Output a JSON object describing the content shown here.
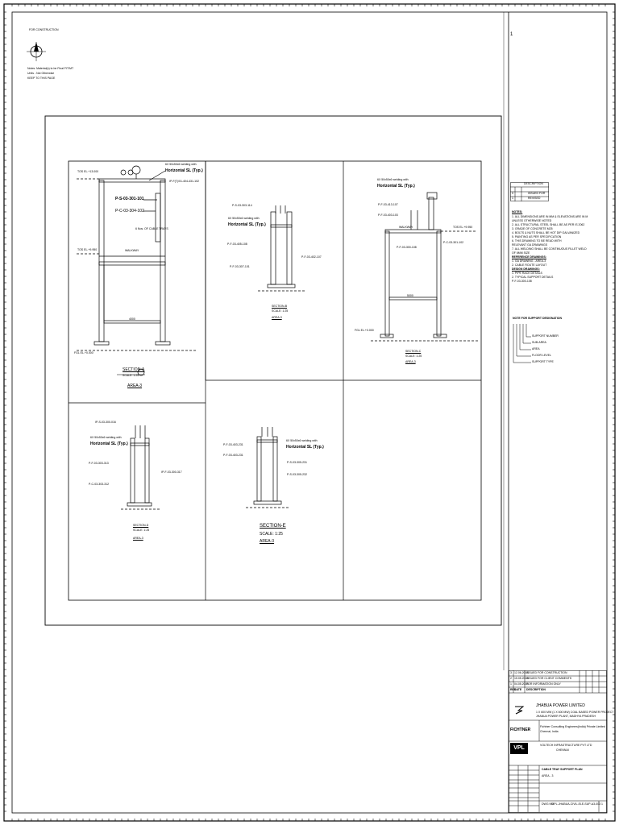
{
  "sheet": {
    "page_number": "1",
    "top_left_notes": [
      "FOR CONSTRUCTION",
      "Notes: Material(s) to be Final FIT/MT",
      "Units - Not Otherwise",
      "KEEP TO THIS PAGE"
    ]
  },
  "views": [
    {
      "id": "view1",
      "tags": [
        "P-S-03-301-101",
        "P-C-03-304-102",
        "IP-F(T)/01-404-431-102"
      ],
      "weld_note": "6X 50x50x6 welding with",
      "horizontal_note": "Horizontal SL (Typ.)",
      "elev_top": "TOS EL.+13.000",
      "elev_mid": "TOS EL.+9.950",
      "elev_bottom": "FGL EL.+0.000",
      "walkway": "WALKWAY",
      "small_note": "6 Nos. OF CABLE TRAYS",
      "beam_label": "4000",
      "section_label": "SECTION-A",
      "scale": "SCALE: 1:25",
      "area": "AREA-3"
    },
    {
      "id": "view2",
      "tags": [
        "P-S-03-303-114",
        "P-F-03-405-108",
        "P-F-03-307-101",
        "P-F-03-402-107"
      ],
      "weld_note": "6X 50x50x6 welding with",
      "horizontal_note": "Horizontal SL (Typ.)",
      "section_label": "SECTION-B",
      "scale": "SCALE: 1:25",
      "area": "AREA-3"
    },
    {
      "id": "view3",
      "tags": [
        "P-F-03-413-107",
        "P-F-03-403-103",
        "P-F-03-300-108",
        "P-C-03-301-102"
      ],
      "weld_note": "6X 50x50x6 welding with",
      "horizontal_note": "Horizontal SL (Typ.)",
      "walkway": "WALKWAY",
      "elev_top": "TOS EL.+9.950",
      "elev_bottom": "FGL EL.+0.000",
      "beam_label": "5000",
      "section_label": "SECTION-C",
      "scale": "SCALE: 1:25",
      "area": "AREA-3"
    },
    {
      "id": "view4",
      "tags": [
        "IP-S-03-300-016",
        "P-F-03-303-313",
        "P-C-03-303-312",
        "IP-F-03-300-317"
      ],
      "weld_note": "6X 50x50x6 welding with",
      "horizontal_note": "Horizontal SL (Typ.)",
      "section_label": "SECTION-D",
      "scale": "SCALE: 1:25",
      "area": "AREA-3"
    },
    {
      "id": "view5",
      "tags": [
        "P-F-03-403-231",
        "P-F-03-403-231",
        "P-S-03-305-231",
        "P-S-03-305-232"
      ],
      "weld_note": "6X 50x50x6 welding with",
      "horizontal_note": "Horizontal SL (Typ.)",
      "section_label": "SECTION-E",
      "scale": "SCALE: 1:25",
      "area": "AREA-3"
    }
  ],
  "revisions_header": [
    "REV",
    "DATE",
    "DESCRIPTION"
  ],
  "revisions_top": [
    {
      "rev": "0",
      "desc": "ISSUED FOR"
    },
    {
      "rev": "1",
      "desc": "REVISED"
    }
  ],
  "notes": {
    "heading": "NOTES:",
    "items": [
      "1. ALL DIMENSIONS ARE IN MM & ELEVATIONS ARE IN M",
      "   UNLESS OTHERWISE NOTED",
      "2. ALL STRUCTURAL STEEL SHALL BE AS PER IS 2062",
      "3. GRADE OF CONCRETE M25",
      "4. BOLTS & NUTS SHALL BE HOT DIP GALVANIZED",
      "5. PAINTING AS PER SPECIFICATION",
      "6. THIS DRAWING TO BE READ WITH",
      "   RELEVANT GA DRAWINGS",
      "7. ALL WELDING SHALL BE CONTINUOUS FILLET WELD",
      "   OF 6MM SIZE"
    ],
    "ref_heading": "REFERENCE DRAWINGS:",
    "refs": [
      "1. GA DRAWING - AREA-3",
      "2. CABLE ROUTE LAYOUT"
    ],
    "design_heading": "DESIGN DRAWINGS:",
    "designs": [
      "1. PIPE RACK DETAILS",
      "2. TYPICAL SUPPORT DETAILS"
    ],
    "legend_heading": "NOTE FOR SUPPORT DESIGNATION",
    "legend_example": "P-F-03-300-108",
    "legend_items": [
      "SUPPORT NUMBER",
      "SUB-AREA",
      "AREA",
      "FLOOR LEVEL",
      "SUPPORT TYPE"
    ]
  },
  "revisions_bottom": [
    {
      "rev": "3",
      "date": "12.06.2015",
      "desc": "ISSUED FOR CONSTRUCTION"
    },
    {
      "rev": "2",
      "date": "15.05.2015",
      "desc": "ISSUED FOR CLIENT COMMENTS"
    },
    {
      "rev": "1",
      "date": "04.05.2015",
      "desc": "FOR INFORMATION ONLY"
    },
    {
      "rev": "REV",
      "date": "DATE",
      "desc": "DESCRIPTION"
    }
  ],
  "client": {
    "name": "JHABUA POWER LIMITED",
    "project": "1 X 600 MW (1 X 600 MW) COAL BASED POWER PROJECT",
    "location": "JHABUA POWER PLANT, MADHYA PRADESH"
  },
  "consultant": {
    "logo": "FICHTNER",
    "text1": "Fichtner Consulting Engineers(India) Private Limited",
    "text2": "Chennai, India"
  },
  "contractor": {
    "logo": "VPL",
    "name": "VOLTECH INFRASTRUCTURE PVT LTD",
    "city": "CHENNAI"
  },
  "drawing": {
    "title": "CABLE TRAY SUPPORT PLAN",
    "subtitle": "AREA - 3",
    "number": "VIPL-JHABUA-CIVIL-ELE-SUP-A3-003",
    "sheet": "1",
    "number_label": "DWG NO."
  },
  "colors": {
    "line": "#000000",
    "paper": "#ffffff"
  }
}
